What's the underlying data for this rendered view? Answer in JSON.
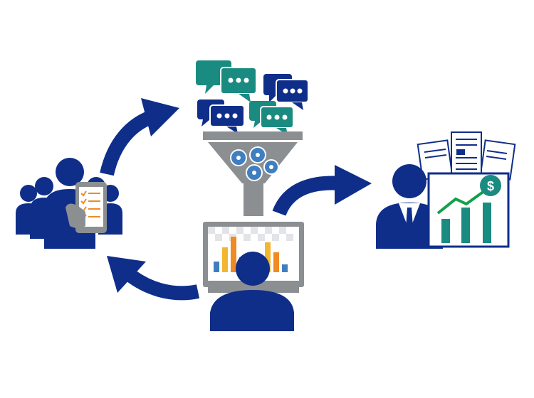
{
  "colors": {
    "navy": "#0f2e8a",
    "teal": "#1a8b80",
    "gray": "#8c8f92",
    "orange": "#f08a22",
    "chart_blue": "#3f7fc0",
    "chart_yellow": "#f2b631",
    "green": "#12a04a"
  },
  "nodes": [
    {
      "id": "survey-group",
      "icon": "people-with-phone-survey-icon"
    },
    {
      "id": "feedback-funnel",
      "icon": "chat-bubbles-funnel-gears-icon"
    },
    {
      "id": "analyst",
      "icon": "person-at-monitor-chart-icon"
    },
    {
      "id": "business-person",
      "icon": "businessman-growth-chart-icon"
    }
  ],
  "flow": [
    {
      "from": "survey-group",
      "to": "feedback-funnel"
    },
    {
      "from": "feedback-funnel",
      "to": "analyst"
    },
    {
      "from": "analyst",
      "to": "business-person"
    },
    {
      "from": "analyst",
      "to": "survey-group"
    }
  ],
  "growth_chart": {
    "symbol": "$"
  }
}
